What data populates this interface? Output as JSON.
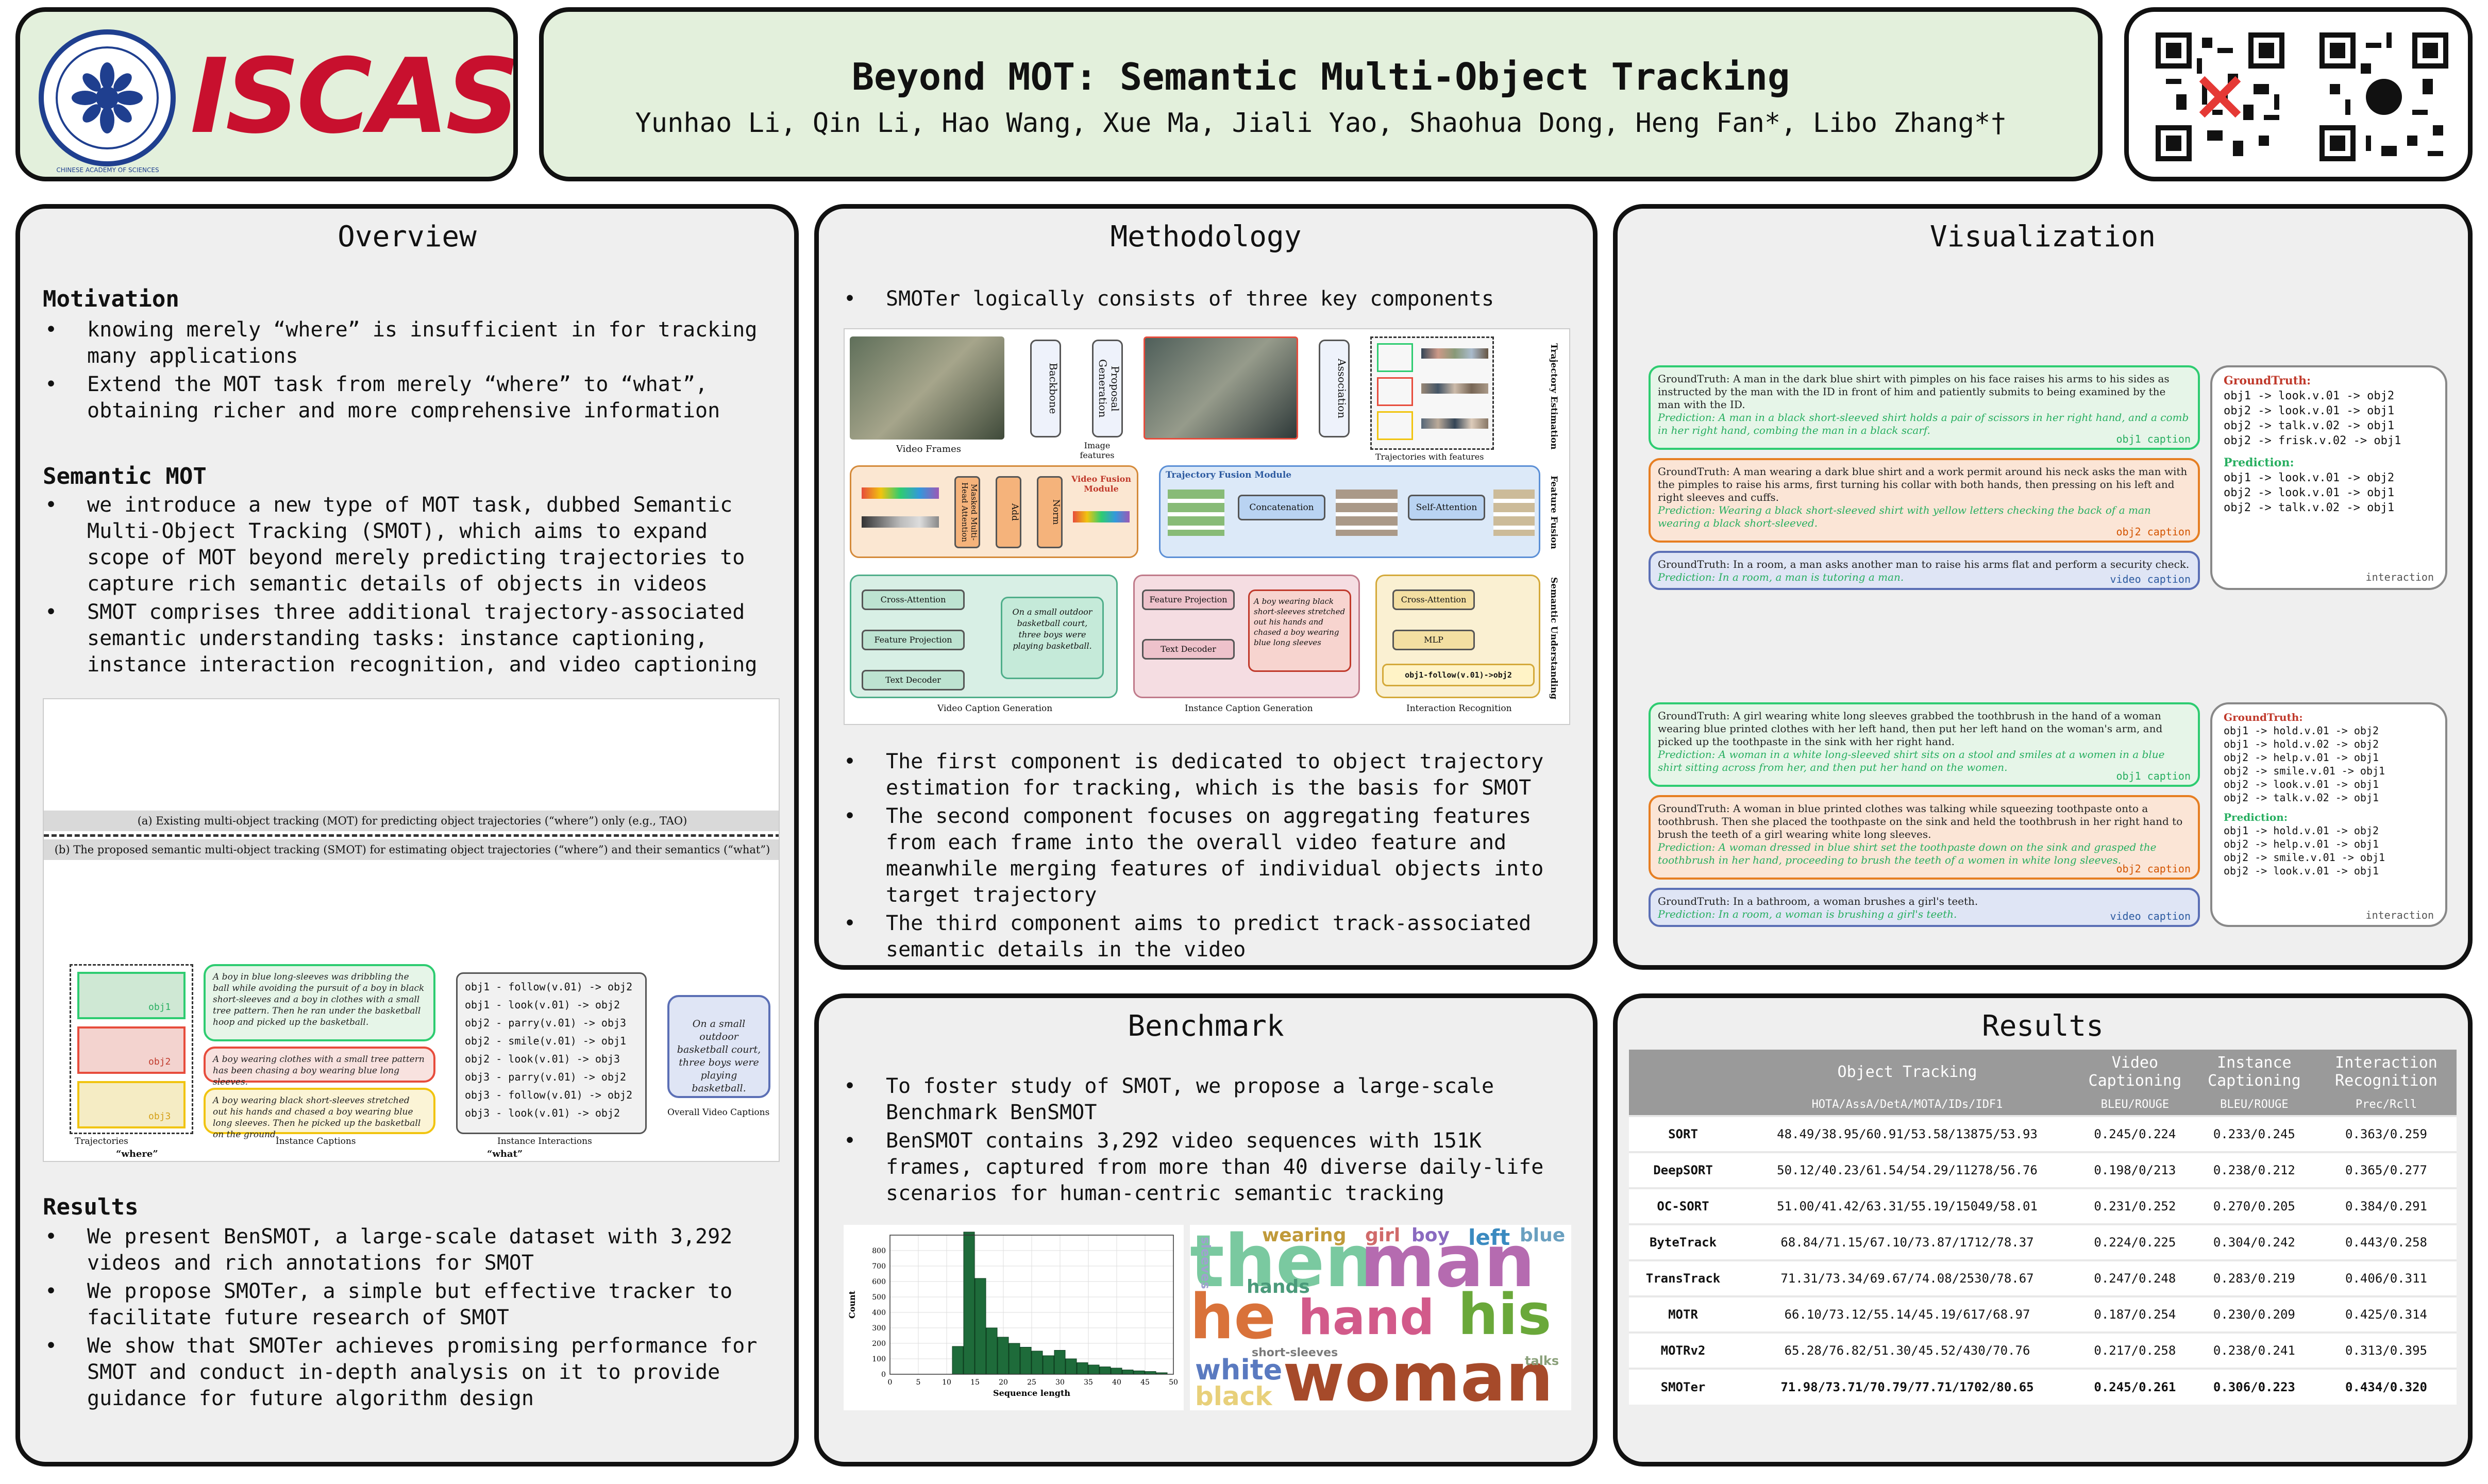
{
  "header": {
    "title": "Beyond MOT: Semantic Multi-Object Tracking",
    "authors": "Yunhao Li, Qin Li, Hao Wang, Xue Ma, Jiali Yao, Shaohua Dong, Heng Fan*, Libo Zhang*†",
    "logo_text": "ISCAS",
    "seal_text": "CHINESE ACADEMY OF SCIENCES"
  },
  "overview": {
    "title": "Overview",
    "motivation_heading": "Motivation",
    "motivation": [
      "knowing merely “where” is insufficient in for tracking many applications",
      "Extend the MOT task from merely “where” to “what”, obtaining richer and more comprehensive information"
    ],
    "smot_heading": "Semantic MOT",
    "smot": [
      "we introduce a new type of MOT task, dubbed Semantic Multi-Object Tracking (SMOT), which aims to expand scope of MOT beyond merely predicting trajectories to capture rich semantic details of objects in videos",
      "SMOT comprises three additional trajectory-associated semantic understanding tasks: instance captioning, instance interaction recognition, and video captioning"
    ],
    "fig_cap_a": "(a) Existing multi-object tracking (MOT) for predicting object trajectories (“where”) only (e.g., TAO)",
    "fig_cap_b": "(b) The proposed semantic multi-object tracking (SMOT) for estimating object trajectories (“where”) and their semantics (“what”)",
    "fig_caption1": "A boy in blue long-sleeves was dribbling the ball while avoiding the pursuit of a boy in black short-sleeves and a boy in clothes with a small tree pattern. Then he ran under the basketball hoop and picked up the basketball.",
    "fig_caption2": "A boy wearing clothes with a small tree pattern has been chasing a boy wearing blue long sleeves.",
    "fig_caption3": "A boy wearing black short-sleeves stretched out his hands and chased a boy wearing blue long sleeves. Then he picked up the basketball on the ground.",
    "fig_interactions": [
      "obj1 - follow(v.01) -> obj2",
      "obj1 - look(v.01) -> obj2",
      "obj2 - parry(v.01) -> obj3",
      "obj2 - smile(v.01) -> obj1",
      "obj2 - look(v.01) -> obj3",
      "obj3 - parry(v.01) -> obj2",
      "obj3 - follow(v.01) -> obj2",
      "obj3 - look(v.01) -> obj2"
    ],
    "fig_video_caption": "On a small outdoor basketball court, three boys were playing basketball.",
    "fig_labels": [
      "Trajectories",
      "Instance Captions",
      "Instance Interactions",
      "Overall Video Captions",
      "“where”",
      "“what”",
      "obj1",
      "obj2",
      "obj3"
    ],
    "results_heading": "Results",
    "results": [
      "We present BenSMOT, a large-scale dataset with 3,292 videos and rich annotations for SMOT",
      "We propose SMOTer, a simple but effective tracker to facilitate future research of SMOT",
      "We show that SMOTer achieves promising performance for SMOT and conduct in-depth analysis on it to provide guidance for future algorithm design"
    ]
  },
  "methodology": {
    "title": "Methodology",
    "intro": "SMOTer logically consists of three key components",
    "diagram": {
      "video_frames": "Video Frames",
      "backbone": "Backbone",
      "image_features": "Image features",
      "proposal": "Proposal Generation",
      "association": "Association",
      "trajectories": "Trajectories with features",
      "traj_est": "Trajectory Estimation",
      "feature_fusion": "Feature Fusion",
      "semantic": "Semantic Understanding",
      "video_fusion": "Video Fusion Module",
      "traj_fusion": "Trajectory Fusion Module",
      "concatenation": "Concatenation",
      "self_attention": "Self-Attention",
      "add": "Add",
      "norm": "Norm",
      "mha": "Masked Multi-Head Attention",
      "cross_attention": "Cross-Attention",
      "feature_projection": "Feature Projection",
      "text_decoder": "Text Decoder",
      "mlp": "MLP",
      "video_caption_out": "On a small outdoor basketball court, three boys were playing basketball.",
      "instance_caption_out": "A boy wearing black short-sleeves stretched out his hands and chased a boy wearing blue long sleeves",
      "interaction_out": "obj1-follow(v.01)->obj2",
      "vcg": "Video Caption Generation",
      "icg": "Instance Caption Generation",
      "ir": "Interaction Recognition"
    },
    "bullets": [
      "The first component is dedicated to object trajectory estimation for tracking, which is the basis for SMOT",
      "The second component focuses on aggregating features from each frame into the overall video feature and meanwhile merging features of individual objects into target trajectory",
      "The third component aims to predict track-associated semantic details in the video"
    ]
  },
  "visualization": {
    "title": "Visualization",
    "ex1": {
      "gt1": "GroundTruth: A man in the dark blue shirt with pimples on his face raises his arms to his sides as instructed by the man with the ID in front of him and patiently submits to being examined by the man with the ID.",
      "pr1": "Prediction: A man in a black short-sleeved shirt holds a pair of scissors in her right hand, and a comb in her right hand, combing the man in a black scarf.",
      "l1": "obj1 caption",
      "gt2": "GroundTruth: A man wearing a dark blue shirt and a work permit around his neck asks the man with the pimples to raise his arms, first turning his collar with both hands, then pressing on his left and right sleeves and cuffs.",
      "pr2": "Prediction: Wearing a black short-sleeved shirt with yellow letters checking the back of a man wearing a black short-sleeved.",
      "l2": "obj2 caption",
      "gt3": "GroundTruth: In a room, a man asks another man to raise his arms flat and perform a security check.",
      "pr3": "Prediction: In a room, a man is tutoring a man.",
      "l3": "video caption",
      "gt_label": "GroundTruth:",
      "gt_lines": [
        "obj1 -> look.v.01 -> obj2",
        "obj2 -> look.v.01 -> obj1",
        "obj2 -> talk.v.02 -> obj1",
        "obj2 -> frisk.v.02 -> obj1"
      ],
      "pred_label": "Prediction:",
      "pred_lines": [
        "obj1 -> look.v.01 -> obj2",
        "obj2 -> look.v.01 -> obj1",
        "obj2 -> talk.v.02 -> obj1"
      ],
      "int_label": "interaction"
    },
    "ex2": {
      "gt1": "GroundTruth: A girl wearing white long sleeves grabbed the toothbrush in the hand of a woman wearing blue printed clothes with her left hand, then put her left hand on the woman's arm, and picked up the toothpaste in the sink with her right hand.",
      "pr1": "Prediction: A woman in a white long-sleeved shirt sits on a stool and smiles at a women in a blue shirt sitting across from her, and then put her hand on the women.",
      "l1": "obj1 caption",
      "gt2": "GroundTruth: A woman in blue printed clothes was talking while squeezing toothpaste onto a toothbrush. Then she placed the toothpaste on the sink and held the toothbrush in her right hand to brush the teeth of a girl wearing white long sleeves.",
      "pr2": "Prediction: A woman dressed in blue shirt set the toothpaste down on the sink and grasped the toothbrush in her hand, proceeding to brush the teeth of a women in white long sleeves.",
      "l2": "obj2 caption",
      "gt3": "GroundTruth: In a bathroom, a woman brushes a girl's teeth.",
      "pr3": "Prediction: In a room, a woman is brushing a girl's teeth.",
      "l3": "video caption",
      "gt_label": "GroundTruth:",
      "gt_lines": [
        "obj1 -> hold.v.01 -> obj2",
        "obj1 -> hold.v.02 -> obj2",
        "obj2 -> help.v.01 -> obj1",
        "obj2 -> smile.v.01 -> obj1",
        "obj2 -> look.v.01 -> obj1",
        "obj2 -> talk.v.02 -> obj1"
      ],
      "pred_label": "Prediction:",
      "pred_lines": [
        "obj1 -> hold.v.01 -> obj2",
        "obj2 -> help.v.01 -> obj1",
        "obj2 -> smile.v.01 -> obj1",
        "obj2 -> look.v.01 -> obj1"
      ],
      "int_label": "interaction"
    }
  },
  "benchmark": {
    "title": "Benchmark",
    "bullets": [
      "To foster study of SMOT, we propose a large-scale Benchmark BenSMOT",
      "BenSMOT contains 3,292 video sequences with 151K frames, captured from more than 40 diverse daily-life scenarios for human-centric semantic tracking"
    ],
    "wordcloud": [
      "then",
      "man",
      "he",
      "hand",
      "his",
      "woman",
      "white",
      "wearing",
      "girl",
      "boy",
      "left",
      "blue",
      "short-sleeves",
      "hands",
      "black",
      "sleeves",
      "talks"
    ]
  },
  "chart_data": {
    "type": "bar",
    "title": "",
    "xlabel": "Sequence length",
    "ylabel": "Count",
    "xlim": [
      0,
      50
    ],
    "ylim": [
      0,
      900
    ],
    "xticks": [
      0,
      5,
      10,
      15,
      20,
      25,
      30,
      35,
      40,
      45,
      50
    ],
    "yticks": [
      0,
      100,
      200,
      300,
      400,
      500,
      600,
      700,
      800
    ],
    "grid": true,
    "bin_width": 2,
    "x": [
      12,
      14,
      16,
      18,
      20,
      22,
      24,
      26,
      28,
      30,
      32,
      34,
      36,
      38,
      40,
      42,
      44,
      46,
      48
    ],
    "values": [
      180,
      920,
      620,
      300,
      240,
      200,
      175,
      150,
      120,
      155,
      100,
      75,
      60,
      48,
      40,
      28,
      22,
      18,
      10
    ],
    "color": "#1e6b3a"
  },
  "results": {
    "title": "Results",
    "columns": [
      {
        "name": "",
        "sub": ""
      },
      {
        "name": "Object Tracking",
        "sub": "HOTA/AssA/DetA/MOTA/IDs/IDF1"
      },
      {
        "name": "Video Captioning",
        "sub": "BLEU/ROUGE"
      },
      {
        "name": "Instance Captioning",
        "sub": "BLEU/ROUGE"
      },
      {
        "name": "Interaction Recognition",
        "sub": "Prec/Rcll"
      }
    ],
    "rows": [
      [
        "SORT",
        "48.49/38.95/60.91/53.58/13875/53.93",
        "0.245/0.224",
        "0.233/0.245",
        "0.363/0.259"
      ],
      [
        "DeepSORT",
        "50.12/40.23/61.54/54.29/11278/56.76",
        "0.198/0/213",
        "0.238/0.212",
        "0.365/0.277"
      ],
      [
        "OC-SORT",
        "51.00/41.42/63.31/55.19/15049/58.01",
        "0.231/0.252",
        "0.270/0.205",
        "0.384/0.291"
      ],
      [
        "ByteTrack",
        "68.84/71.15/67.10/73.87/1712/78.37",
        "0.224/0.225",
        "0.304/0.242",
        "0.443/0.258"
      ],
      [
        "TransTrack",
        "71.31/73.34/69.67/74.08/2530/78.67",
        "0.247/0.248",
        "0.283/0.219",
        "0.406/0.311"
      ],
      [
        "MOTR",
        "66.10/73.12/55.14/45.19/617/68.97",
        "0.187/0.254",
        "0.230/0.209",
        "0.425/0.314"
      ],
      [
        "MOTRv2",
        "65.28/76.82/51.30/45.52/430/70.76",
        "0.217/0.258",
        "0.238/0.241",
        "0.313/0.395"
      ],
      [
        "SMOTer",
        "71.98/73.71/70.79/77.71/1702/80.65",
        "0.245/0.261",
        "0.306/0.223",
        "0.434/0.320"
      ]
    ]
  }
}
